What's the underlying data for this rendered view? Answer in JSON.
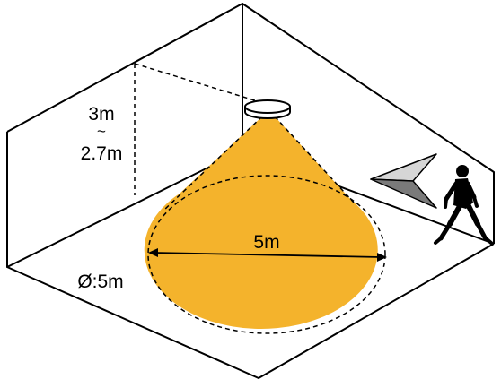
{
  "labels": {
    "height_max": "3m",
    "height_sep": "~",
    "height_min": "2.7m",
    "diameter": "5m",
    "coverage": "Ø:5m"
  },
  "colors": {
    "cone": "#f4b32c",
    "line": "#000000",
    "arrow_light": "#d6d6d6",
    "arrow_dark": "#7a7a7a",
    "background": "#ffffff"
  },
  "icons": {
    "sensor": "ceiling-sensor-icon",
    "motion": "motion-arrow-icon",
    "person": "walking-person-icon"
  }
}
